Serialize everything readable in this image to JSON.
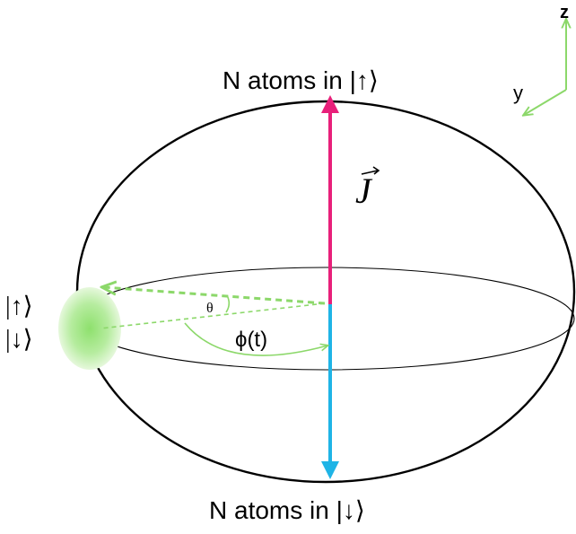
{
  "labels": {
    "top": "N atoms in |↑⟩",
    "bottom": "N atoms in |↓⟩",
    "j_vector": "J",
    "theta": "θ",
    "phi": "ϕ(t)",
    "ket_up": "|↑⟩",
    "ket_down": "|↓⟩",
    "axis_z": "z",
    "axis_y": "y"
  },
  "colors": {
    "outline": "#000000",
    "up_arrow": "#e8207a",
    "down_arrow": "#1fb4e6",
    "green": "#8cd86a",
    "blob": "#9be07f"
  }
}
